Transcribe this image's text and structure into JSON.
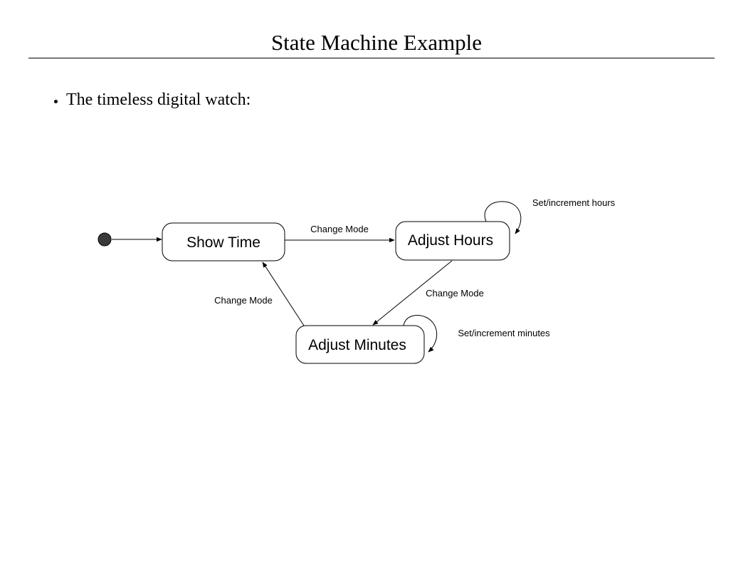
{
  "slide": {
    "title": "State Machine Example",
    "bullet": "The timeless digital watch:"
  },
  "diagram": {
    "states": [
      {
        "id": "show-time",
        "label": "Show Time"
      },
      {
        "id": "adjust-hours",
        "label": "Adjust Hours"
      },
      {
        "id": "adjust-minutes",
        "label": "Adjust Minutes"
      }
    ],
    "transitions": [
      {
        "from": "initial",
        "to": "show-time",
        "label": ""
      },
      {
        "from": "show-time",
        "to": "adjust-hours",
        "label": "Change Mode"
      },
      {
        "from": "adjust-hours",
        "to": "adjust-minutes",
        "label": "Change Mode"
      },
      {
        "from": "adjust-minutes",
        "to": "show-time",
        "label": "Change Mode"
      },
      {
        "from": "adjust-hours",
        "to": "adjust-hours",
        "label": "Set/increment hours"
      },
      {
        "from": "adjust-minutes",
        "to": "adjust-minutes",
        "label": "Set/increment minutes"
      }
    ]
  }
}
